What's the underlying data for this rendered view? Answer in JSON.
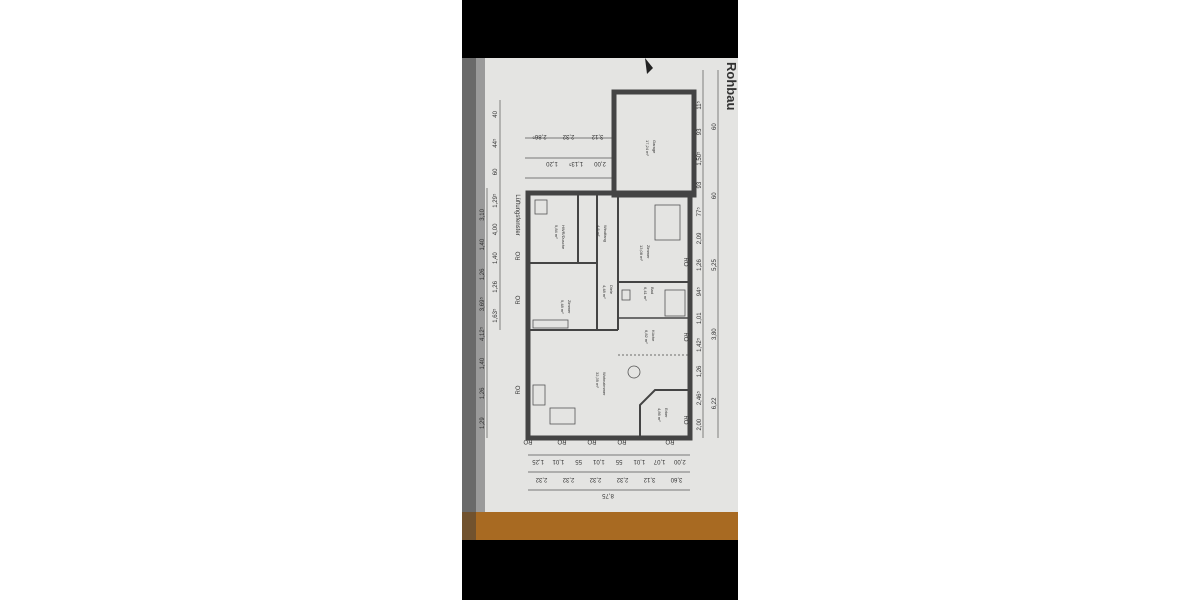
{
  "title": "Rohbau",
  "rooms": [
    {
      "name": "Garage",
      "area": "17,24 m²"
    },
    {
      "name": "HWR/Dusche",
      "area": "9,84 m²"
    },
    {
      "name": "Windfang",
      "area": "4,8 m²"
    },
    {
      "name": "Zimmer",
      "area": "13,08 m²"
    },
    {
      "name": "Diele",
      "area": "4,48 m²"
    },
    {
      "name": "Bad",
      "area": "6,41 m²"
    },
    {
      "name": "Zimmer",
      "area": "9,48 m²"
    },
    {
      "name": "Küche",
      "area": "6,82 m²"
    },
    {
      "name": "Wohnzimmer",
      "area": "32,39 m²"
    },
    {
      "name": "Erker",
      "area": "4,86 m²"
    }
  ],
  "dimensions": {
    "top_chain": [
      "3,12",
      "2,32",
      "2,86⁵",
      "2,00",
      "1,13⁵",
      "1,20"
    ],
    "left_chain": [
      "1,29",
      "1,26",
      "1,40",
      "4,12⁵",
      "3,69⁵",
      "1,26",
      "1,40",
      "3,10",
      "1,63⁵",
      "1,26",
      "1,40",
      "4,00",
      "1,29⁵",
      "60",
      "44⁵",
      "40"
    ],
    "left_note": "Lüftungsfenster",
    "right_chain": [
      "2,00",
      "2,46⁵",
      "1,26",
      "1,42⁵",
      "1,01",
      "94⁵",
      "1,26",
      "2,09",
      "77⁵",
      "93",
      "1,50⁵",
      "93",
      "11⁵"
    ],
    "right_total": [
      "6,22",
      "3,80",
      "5,25",
      "60",
      "60"
    ],
    "bottom_chain": [
      "2,00",
      "1,07",
      "1,01",
      "55",
      "1,01",
      "55",
      "1,01",
      "1,25"
    ],
    "bottom_mid": [
      "3,60",
      "3,12",
      "2,32",
      "2,32",
      "2,32",
      "2,32"
    ],
    "bottom_total": "8,75",
    "ro_label": "RO"
  }
}
